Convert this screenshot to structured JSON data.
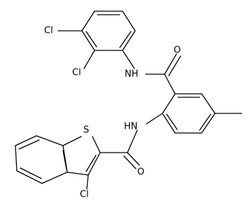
{
  "structure": {
    "labels": {
      "cl_top": "Cl",
      "cl_mid": "Cl",
      "nh_top": "NH",
      "o_top": "O",
      "nh_bottom": "HN",
      "s": "S",
      "o_bottom": "O",
      "cl_bottom": "Cl"
    }
  }
}
